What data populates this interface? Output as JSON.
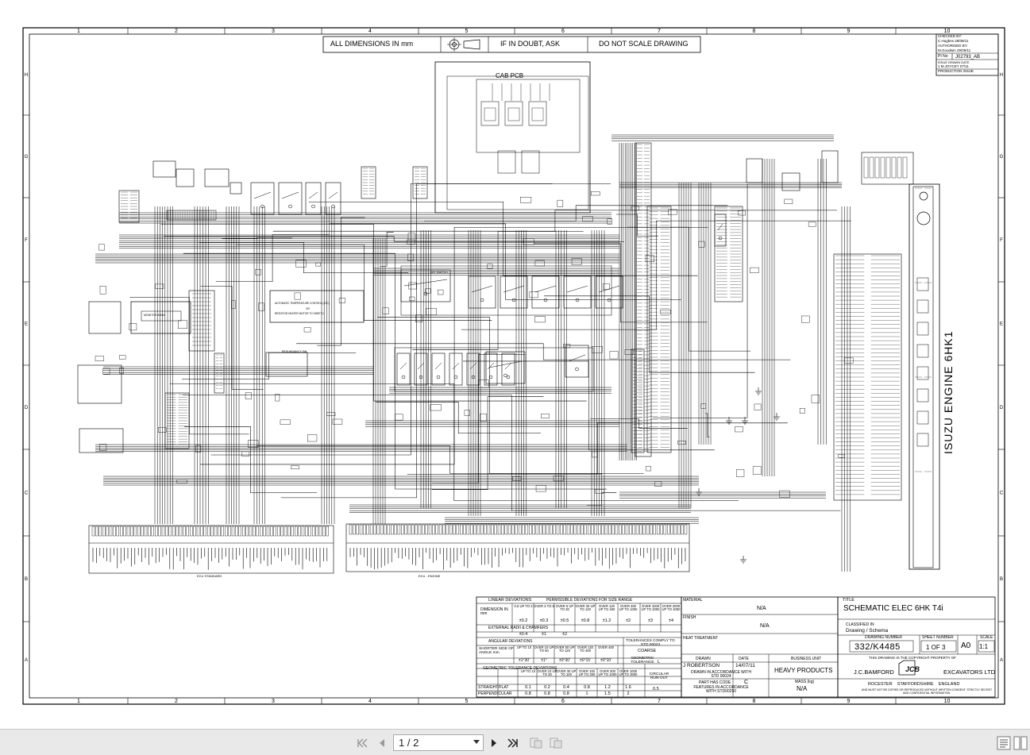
{
  "header_notes": {
    "dimensions": "ALL DIMENSIONS IN mm",
    "doubt": "IF IN DOUBT, ASK",
    "scale": "DO NOT SCALE DRAWING"
  },
  "grid": {
    "columns": [
      "1",
      "2",
      "3",
      "4",
      "5",
      "6",
      "7",
      "8",
      "9",
      "10"
    ],
    "rows": [
      "H",
      "G",
      "F",
      "E",
      "D",
      "C",
      "B",
      "A"
    ]
  },
  "revision_block": {
    "checked": "CHECKED BY:",
    "checked_name": "C.Hughes 29/09/11",
    "authorised": "AUTHORISED BY:",
    "authorised_name": "M.Goodwin 29/09/11",
    "pi_label": "PI No",
    "pi_value": "J02793_AB",
    "issue_head": "ISSUE DRAWN DATE",
    "issue_row": "1   M.JOYCEY  07/11",
    "status": "PRODUCTION ISSUE"
  },
  "schematic_labels": {
    "cab_pcb": "CAB PCB",
    "monitor": "MONITOR 40MM",
    "auto_temp": "AUTOMATIC TEMPERATURE CONTROL (ATC)",
    "auto_temp2": "OR",
    "auto_temp3": "RESISTOR HEATER MOTOR TO SHEET 2",
    "redundancy": "REDUNDANCY SW",
    "key_switch": "KEY SWITCH",
    "engine": "ISUZU ENGINE 6HK1",
    "ecu_standard": "ECU STANDARD",
    "ecu_engine": "ECU - ENGINE"
  },
  "tolerance_table": {
    "linear": "LINEAR DEVIATIONS",
    "permissible": "PERMISSIBLE DEVIATIONS FOR SIZE RANGE",
    "dimension": "DIMENSION IN mm",
    "ranges": [
      "0.5 UP TO 3",
      "OVER 3 TO 6",
      "OVER 6 UP TO 30",
      "OVER 30 UP TO 120",
      "OVER 120 UP TO 400",
      "OVER 400 UP TO 1000",
      "OVER 1000 UP TO 2000",
      "OVER 2000 UP TO 4000"
    ],
    "values": [
      "±0.2",
      "±0.3",
      "±0.5",
      "±0.8",
      "±1.2",
      "±2",
      "±3",
      "±4"
    ],
    "external": "EXTERNAL RADII & CHAMFERS",
    "external_values": [
      "±0.4",
      "±1",
      "±2"
    ],
    "angular": "ANGULAR DEVIATIONS",
    "shorter_side": "SHORTER SIDE OF ANGLE mm",
    "angular_ranges": [
      "UP TO 10",
      "OVER 10 UP TO 50",
      "OVER 50 UP TO 120",
      "OVER 120 TO 400",
      "OVER 400"
    ],
    "angular_values": [
      "±1°30'",
      "±1°",
      "±0°30'",
      "±0°15'",
      "±0°10'"
    ],
    "tol_comply": "TOLERANCES COMPLY TO STD 00023",
    "coarse": "COARSE",
    "geometric_tol": "GEOMETRIC TOLERANCE",
    "geometric_value": "L",
    "geometric_dev": "GEOMETRIC TOLERANCE DEVIATIONS",
    "geo_ranges": [
      "UP TO 10",
      "OVER 10 UP TO 30",
      "OVER 30 UP TO 100",
      "OVER 100 UP TO 300",
      "OVER 300 UP TO 1000",
      "OVER 1000 UP TO 3000"
    ],
    "straight": "STRAIGHT/FLAT",
    "straight_values": [
      "0.1",
      "0.2",
      "0.4",
      "0.8",
      "1.2",
      "1.6"
    ],
    "perpendicular": "PERPENDICULAR",
    "perp_values": [
      "0.8",
      "0.8",
      "0.8",
      "1",
      "1.5",
      "2"
    ],
    "circular": "CIRCULAR RUN-OUT",
    "circular_value": "0.5"
  },
  "title_block": {
    "material_label": "MATERIAL",
    "material": "N/A",
    "finish_label": "FINISH",
    "finish": "N/A",
    "heat_label": "HEAT TREATMENT",
    "drawn_label": "DRAWN",
    "drawn": "J ROBERTSON",
    "date_label": "DATE",
    "date": "14/07/11",
    "business_label": "BUSINESS UNIT",
    "business": "HEAVY PRODUCTS",
    "accordance": "DRAWN IN ACCORDANCE WITH STD 00024",
    "part_code": "PART HAS CODE",
    "part_code_value": "C",
    "features": "FEATURES IN ACCORDANCE WITH STD00250",
    "mass_label": "MASS (kg)",
    "mass": "N/A",
    "title_label": "TITLE",
    "title": "SCHEMATIC ELEC 6HK T4i",
    "classified_label": "CLASSIFIED IN",
    "classified": "Drawing / Schema",
    "drawing_number_label": "DRAWING NUMBER",
    "drawing_number": "332/K4485",
    "sheet_label": "SHEET NUMBER",
    "sheet": "1 OF 3",
    "size": "A0",
    "scale_label": "SCALE",
    "scale": "1:1",
    "copyright": "THIS DRAWING IS THE COPYRIGHT PROPERTY OF",
    "company1": "J.C.BAMFORD",
    "company2": "EXCAVATORS LTD",
    "address": "ROCESTER    STAFFORDSHIRE    ENGLAND",
    "legal": "AND MUST NOT BE COPIED OR REPRODUCED WITHOUT WRITTEN CONSENT. STRICTLY SECRET AND CONFIDENTIAL INFORMATION.",
    "logo": "JCB"
  },
  "viewer": {
    "page": "1 / 2",
    "icons": [
      "first-page-icon",
      "prev-page-icon",
      "next-page-icon",
      "last-page-icon",
      "fit-page-icon",
      "fit-width-icon",
      "single-page-icon",
      "two-page-icon"
    ]
  }
}
